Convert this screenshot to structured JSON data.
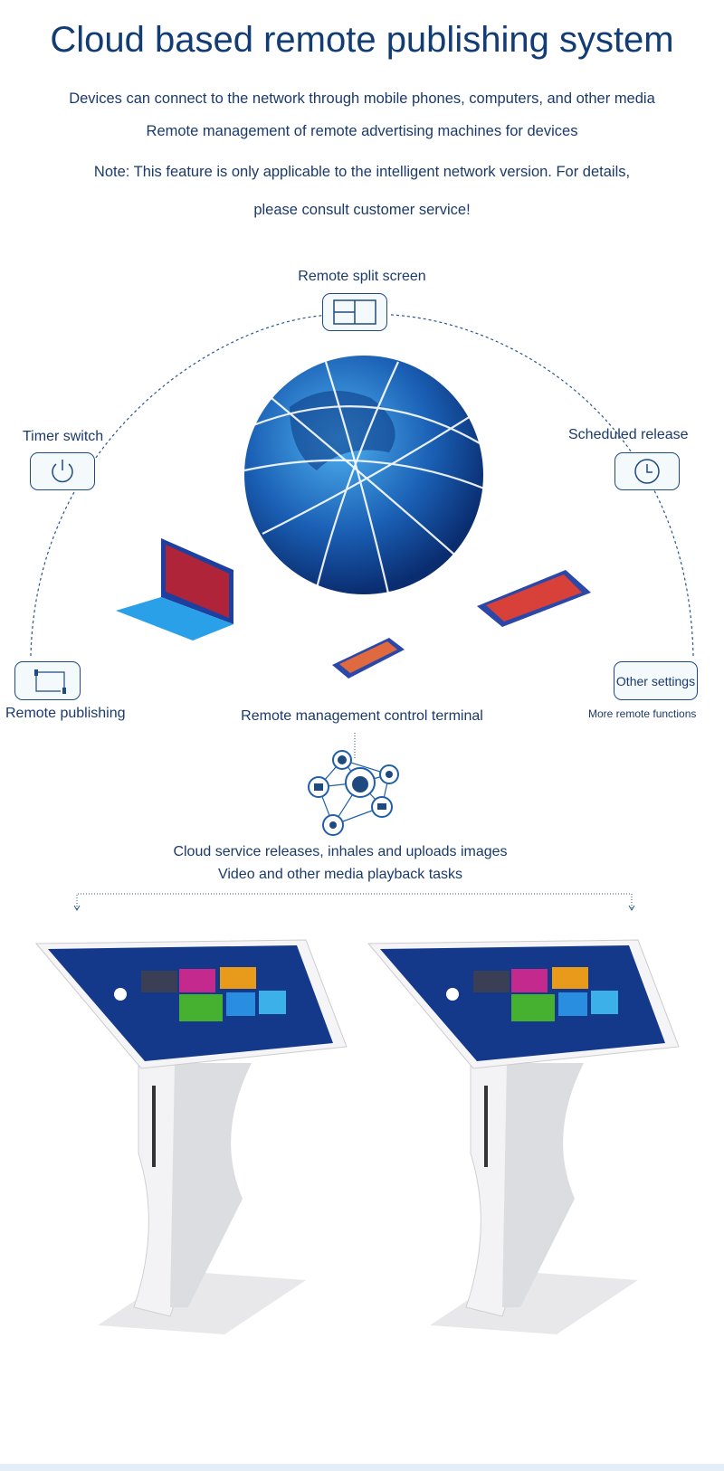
{
  "header": {
    "title": "Cloud based remote publishing system",
    "lines": [
      "Devices can connect to the network through mobile phones, computers, and other media",
      "Remote management of remote advertising machines for devices",
      "Note: This feature is only applicable to the intelligent network version. For details,",
      "please consult customer service!"
    ]
  },
  "features": {
    "split_screen": "Remote split screen",
    "timer_switch": "Timer switch",
    "scheduled_release": "Scheduled release",
    "remote_publishing": "Remote publishing",
    "other_settings": "Other settings",
    "more_functions": "More remote functions",
    "terminal": "Remote management control terminal"
  },
  "cloud": {
    "line1": "Cloud service releases, inhales and uploads images",
    "line2": "Video and other media playback tasks"
  },
  "colors": {
    "text": "#1b3a6b",
    "title": "#123c74",
    "globe": "#1a5fb4"
  }
}
